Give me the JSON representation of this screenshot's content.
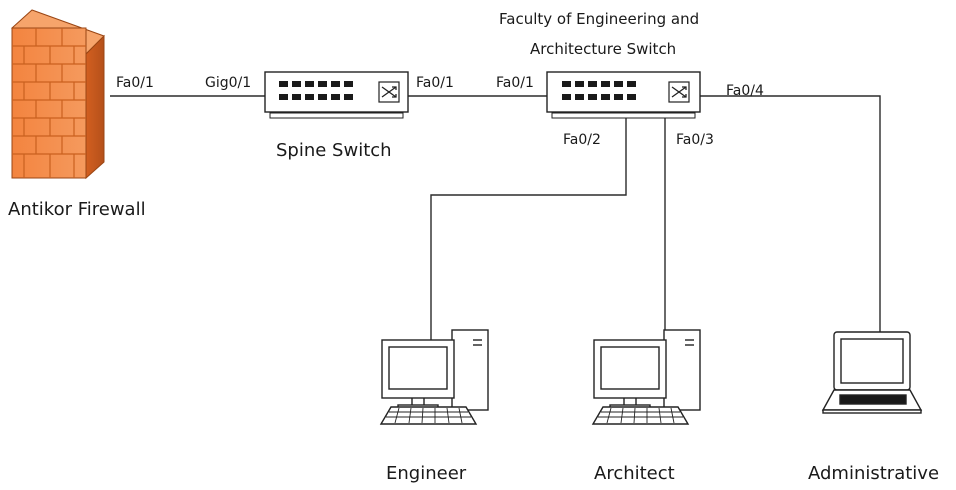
{
  "devices": {
    "firewall": {
      "name": "Antikor Firewall"
    },
    "spine_switch": {
      "name": "Spine Switch"
    },
    "faculty_switch": {
      "name_line1": "Faculty of Engineering and",
      "name_line2": "Architecture Switch"
    },
    "engineer_pc": {
      "name": "Engineer"
    },
    "architect_pc": {
      "name": "Architect"
    },
    "admin_laptop": {
      "name": "Administrative"
    }
  },
  "ports": {
    "firewall_fa01": "Fa0/1",
    "spine_gig01": "Gig0/1",
    "spine_fa01": "Fa0/1",
    "faculty_fa01": "Fa0/1",
    "faculty_fa02": "Fa0/2",
    "faculty_fa03": "Fa0/3",
    "faculty_fa04": "Fa0/4"
  },
  "icons": {
    "firewall": "firewall-icon",
    "switch": "switch-icon",
    "desktop": "desktop-computer-icon",
    "laptop": "laptop-icon"
  },
  "colors": {
    "firewall_brick": "#f07f3c",
    "firewall_dark": "#c85a1c",
    "line": "#2b2b2b"
  }
}
